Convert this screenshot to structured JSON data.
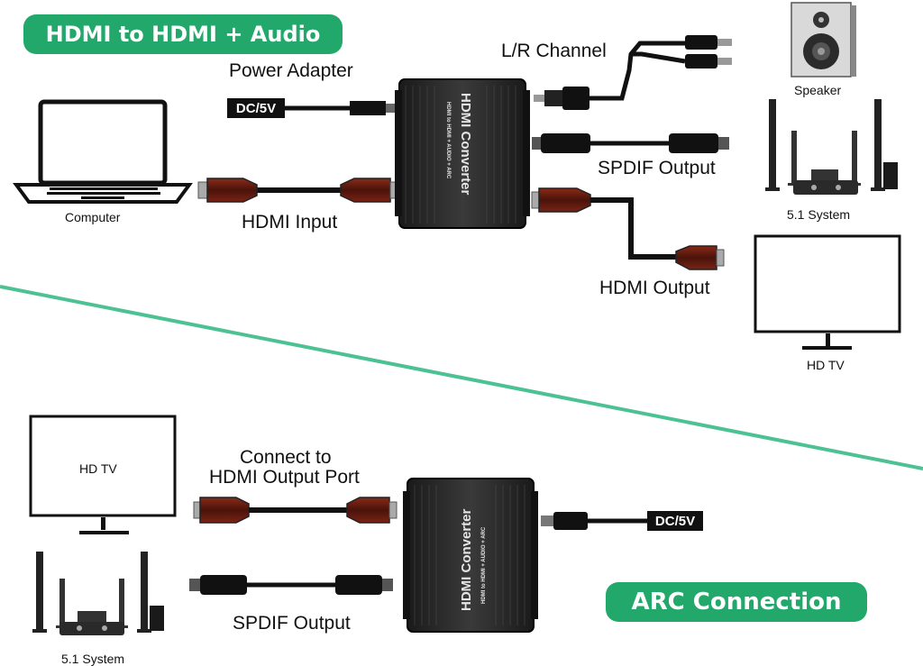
{
  "top_section": {
    "title": "HDMI to HDMI + Audio",
    "labels": {
      "power_adapter": "Power Adapter",
      "dc_tag": "DC/5V",
      "lr_channel": "L/R Channel",
      "spdif_output": "SPDIF Output",
      "hdmi_input": "HDMI Input",
      "hdmi_output": "HDMI Output",
      "computer": "Computer",
      "speaker": "Speaker",
      "system": "5.1 System",
      "tv": "HD TV"
    },
    "device": {
      "title": "HDMI Converter",
      "subtitle": "HDMI to HDMI + AUDIO + ARC"
    }
  },
  "bottom_section": {
    "title": "ARC Connection",
    "labels": {
      "connect_line1": "Connect to",
      "connect_line2": "HDMI Output Port",
      "spdif_output": "SPDIF Output",
      "dc_tag": "DC/5V",
      "tv": "HD TV",
      "system": "5.1 System"
    },
    "device": {
      "title": "HDMI Converter",
      "subtitle": "HDMI to HDMI + AUDIO + ARC"
    }
  },
  "colors": {
    "accent": "#22a86a",
    "divider": "#4cc192",
    "device": "#262626",
    "cable": "#111111",
    "hdmi_plug": "#6b1e12"
  }
}
